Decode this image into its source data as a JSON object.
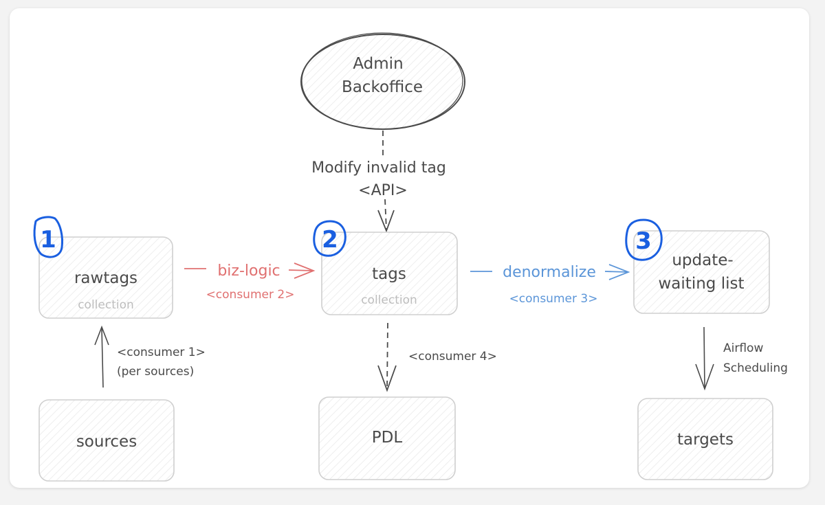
{
  "nodes": {
    "admin": {
      "line1": "Admin",
      "line2": "Backoffice"
    },
    "rawtags": {
      "label": "rawtags",
      "sub": "collection",
      "badge": "1"
    },
    "tags": {
      "label": "tags",
      "sub": "collection",
      "badge": "2"
    },
    "waiting": {
      "line1": "update-",
      "line2": "waiting list",
      "badge": "3"
    },
    "sources": {
      "label": "sources"
    },
    "pdl": {
      "label": "PDL"
    },
    "targets": {
      "label": "targets"
    }
  },
  "edges": {
    "admin_tags": {
      "line1": "Modify invalid tag",
      "line2": "<API>"
    },
    "rawtags_tags": {
      "line1": "biz-logic",
      "line2": "<consumer 2>"
    },
    "tags_waiting": {
      "line1": "denormalize",
      "line2": "<consumer 3>"
    },
    "sources_rawtags": {
      "line1": "<consumer 1>",
      "line2": "(per sources)"
    },
    "tags_pdl": {
      "line1": "<consumer 4>"
    },
    "waiting_targets": {
      "line1": "Airflow",
      "line2": "Scheduling"
    }
  },
  "colors": {
    "red": "#e07070",
    "blue": "#5b95d8",
    "badge": "#1a5fe0",
    "box": "#cfcfcf"
  }
}
